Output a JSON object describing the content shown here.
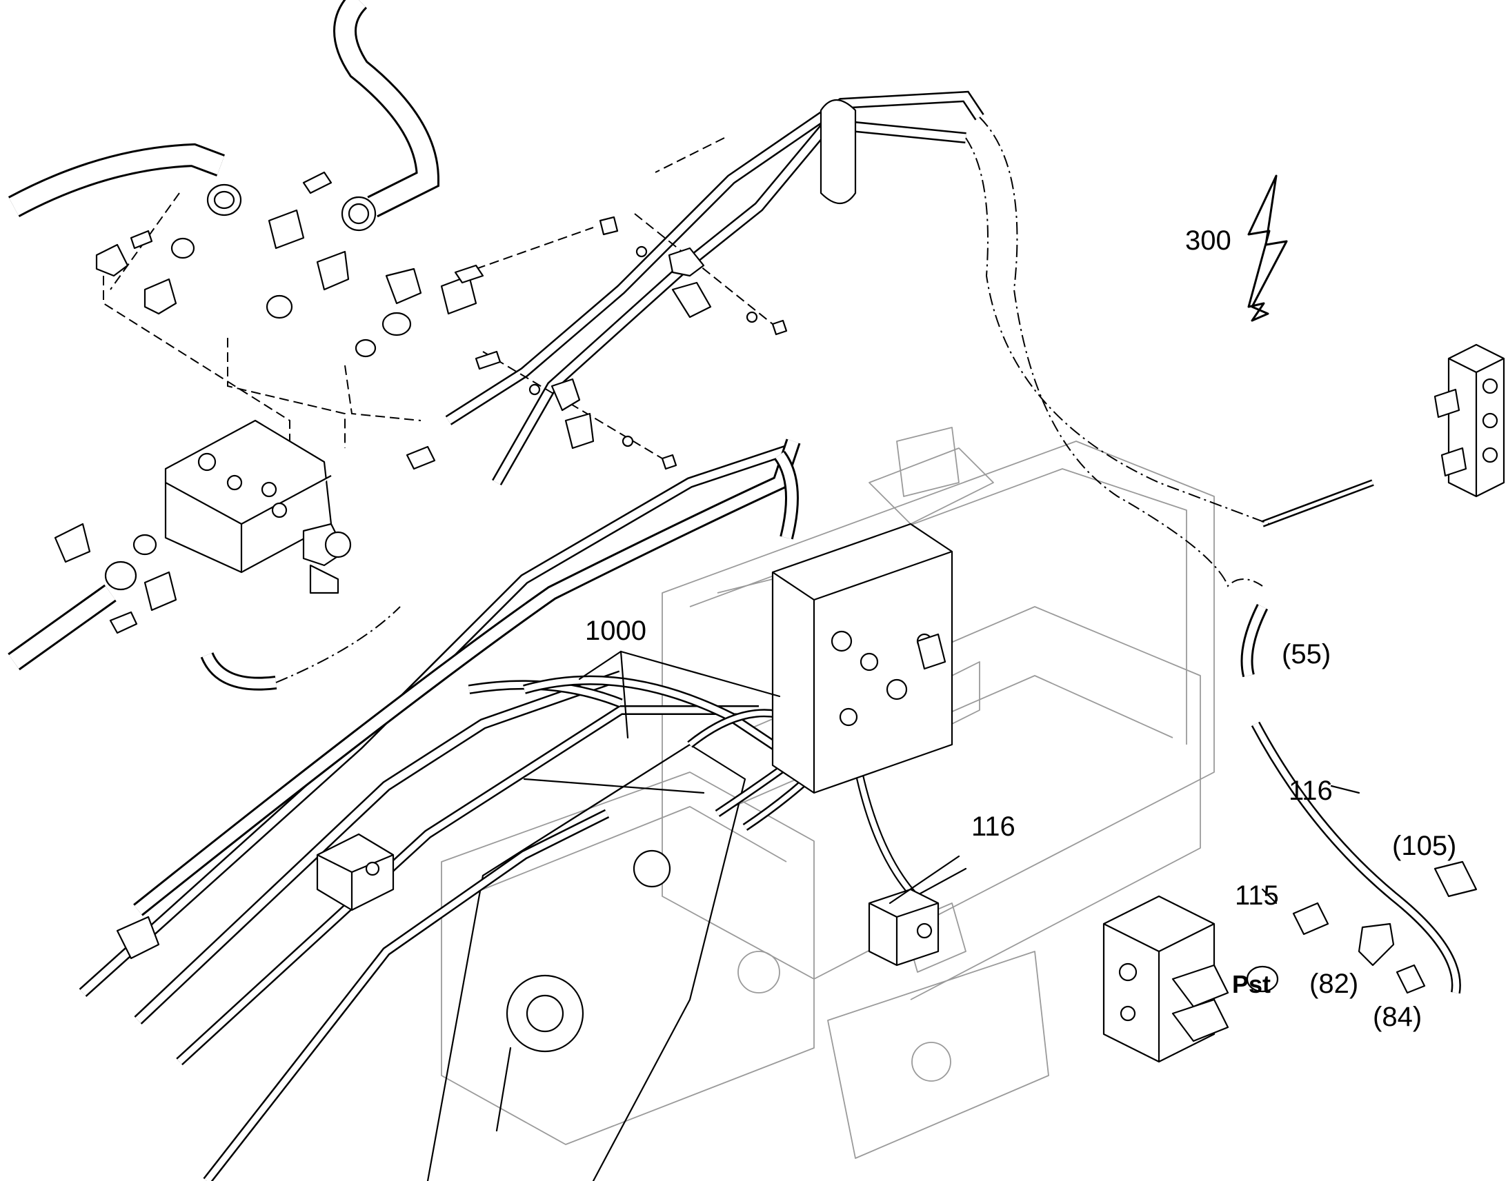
{
  "callouts": {
    "c300": "300",
    "c1000": "1000",
    "c55": "(55)",
    "c116a": "116",
    "c116b": "116",
    "c105": "(105)",
    "c115": "115",
    "c82": "(82)",
    "c84": "(84)",
    "pst": "Pst"
  },
  "icons": {
    "view_arrow": "lightning-bolt-arrow-icon"
  }
}
